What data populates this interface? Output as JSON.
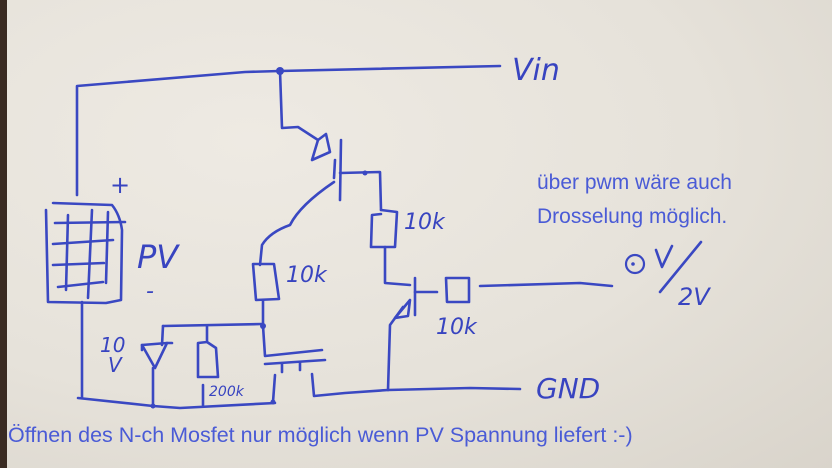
{
  "diagram": {
    "title": "Hand-drawn circuit: PV-controlled P-channel / N-channel MOSFET switch",
    "labels": {
      "vin": "Vin",
      "gnd": "GND",
      "pv": "PV",
      "pv_plus": "+",
      "pv_minus": "-",
      "zener_value_top": "10",
      "zener_value_bottom": "V",
      "resistor_200k": "200k",
      "resistor_10k_left": "10k",
      "resistor_10k_right": "10k",
      "resistor_10k_control": "10k",
      "control_voltage_top": "0V",
      "control_voltage_slash": "/",
      "control_voltage_bottom": "2V"
    },
    "annotations": {
      "right_line1": "über pwm wäre auch",
      "right_line2": "Drosselung möglich.",
      "bottom": "Öffnen des N-ch Mosfet nur möglich wenn PV Spannung liefert :-)"
    },
    "components": [
      {
        "type": "solar-panel",
        "label": "PV"
      },
      {
        "type": "p-mosfet",
        "position": "top"
      },
      {
        "type": "resistor",
        "value": "10k",
        "role": "gate pull-up"
      },
      {
        "type": "resistor",
        "value": "10k",
        "role": "gate divider"
      },
      {
        "type": "resistor",
        "value": "10k",
        "role": "control input"
      },
      {
        "type": "resistor",
        "value": "200k",
        "role": "gate pull-down"
      },
      {
        "type": "zener-diode",
        "value": "10V"
      },
      {
        "type": "n-mosfet",
        "role": "PV-gated switch"
      },
      {
        "type": "n-mosfet",
        "role": "control switch"
      }
    ],
    "colors": {
      "ink": "#3a48c2",
      "typed_text": "#4a5bd6",
      "paper": "#e9e5de"
    }
  }
}
